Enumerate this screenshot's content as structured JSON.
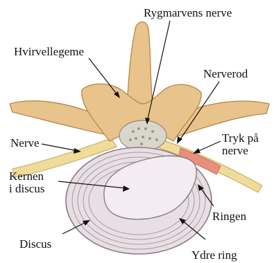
{
  "labels": {
    "spinal_nerve": "Rygmarvens nerve",
    "vertebral_body": "Hvirvellegeme",
    "nerve_root": "Nerverod",
    "nerve": "Nerve",
    "pressure_line1": "Tryk på",
    "pressure_line2": "nerve",
    "nucleus_line1": "Kernen",
    "nucleus_line2": "i discus",
    "ring": "Ringen",
    "disc": "Discus",
    "outer_ring": "Ydre ring"
  },
  "colors": {
    "bone": "#e8c48c",
    "bone_shadow": "#b98a4e",
    "nerve": "#f0dc9a",
    "nerve_shadow": "#c9b36a",
    "disc": "#e7dfe3",
    "disc_ring": "#a9959e",
    "nucleus": "#f3edf1",
    "pressure": "#e9907c",
    "cord": "#d9d7cc"
  }
}
